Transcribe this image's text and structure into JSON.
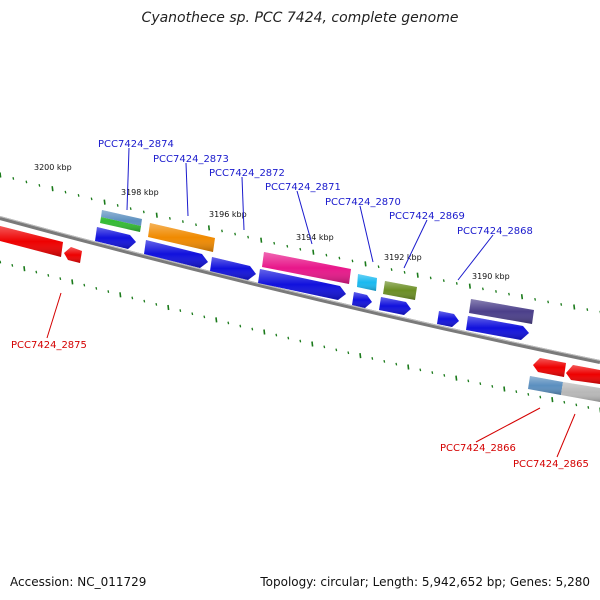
{
  "title": "Cyanothece sp. PCC 7424, complete genome",
  "footer": {
    "accession": "Accession: NC_011729",
    "summary": "Topology: circular; Length: 5,942,652 bp; Genes: 5,280"
  },
  "scale_labels": [
    "3200 kbp",
    "3198 kbp",
    "3196 kbp",
    "3194 kbp",
    "3192 kbp",
    "3190 kbp"
  ],
  "genes_forward": [
    {
      "id": "PCC7424_2874",
      "color": "#5b8fbf"
    },
    {
      "id": "PCC7424_2873",
      "color": "#f08a00"
    },
    {
      "id": "PCC7424_2872",
      "color": "#1111dd"
    },
    {
      "id": "PCC7424_2871",
      "color": "#e8178a"
    },
    {
      "id": "PCC7424_2870",
      "color": "#19b9f0"
    },
    {
      "id": "PCC7424_2869",
      "color": "#6b8e23"
    },
    {
      "id": "PCC7424_2868",
      "color": "#4b3f8a"
    }
  ],
  "genes_reverse": [
    {
      "id": "PCC7424_2875",
      "color": "#ee0000"
    },
    {
      "id": "PCC7424_2866",
      "color": "#ee0000"
    },
    {
      "id": "PCC7424_2865",
      "color": "#ee0000"
    }
  ],
  "colors": {
    "cds_forward": "#1111dd",
    "cds_reverse": "#ee0000",
    "green_gene": "#33bb33",
    "gray_gene": "#b8b8b8",
    "tick": "#1a7a1a",
    "backbone": "#7a7a7a"
  }
}
